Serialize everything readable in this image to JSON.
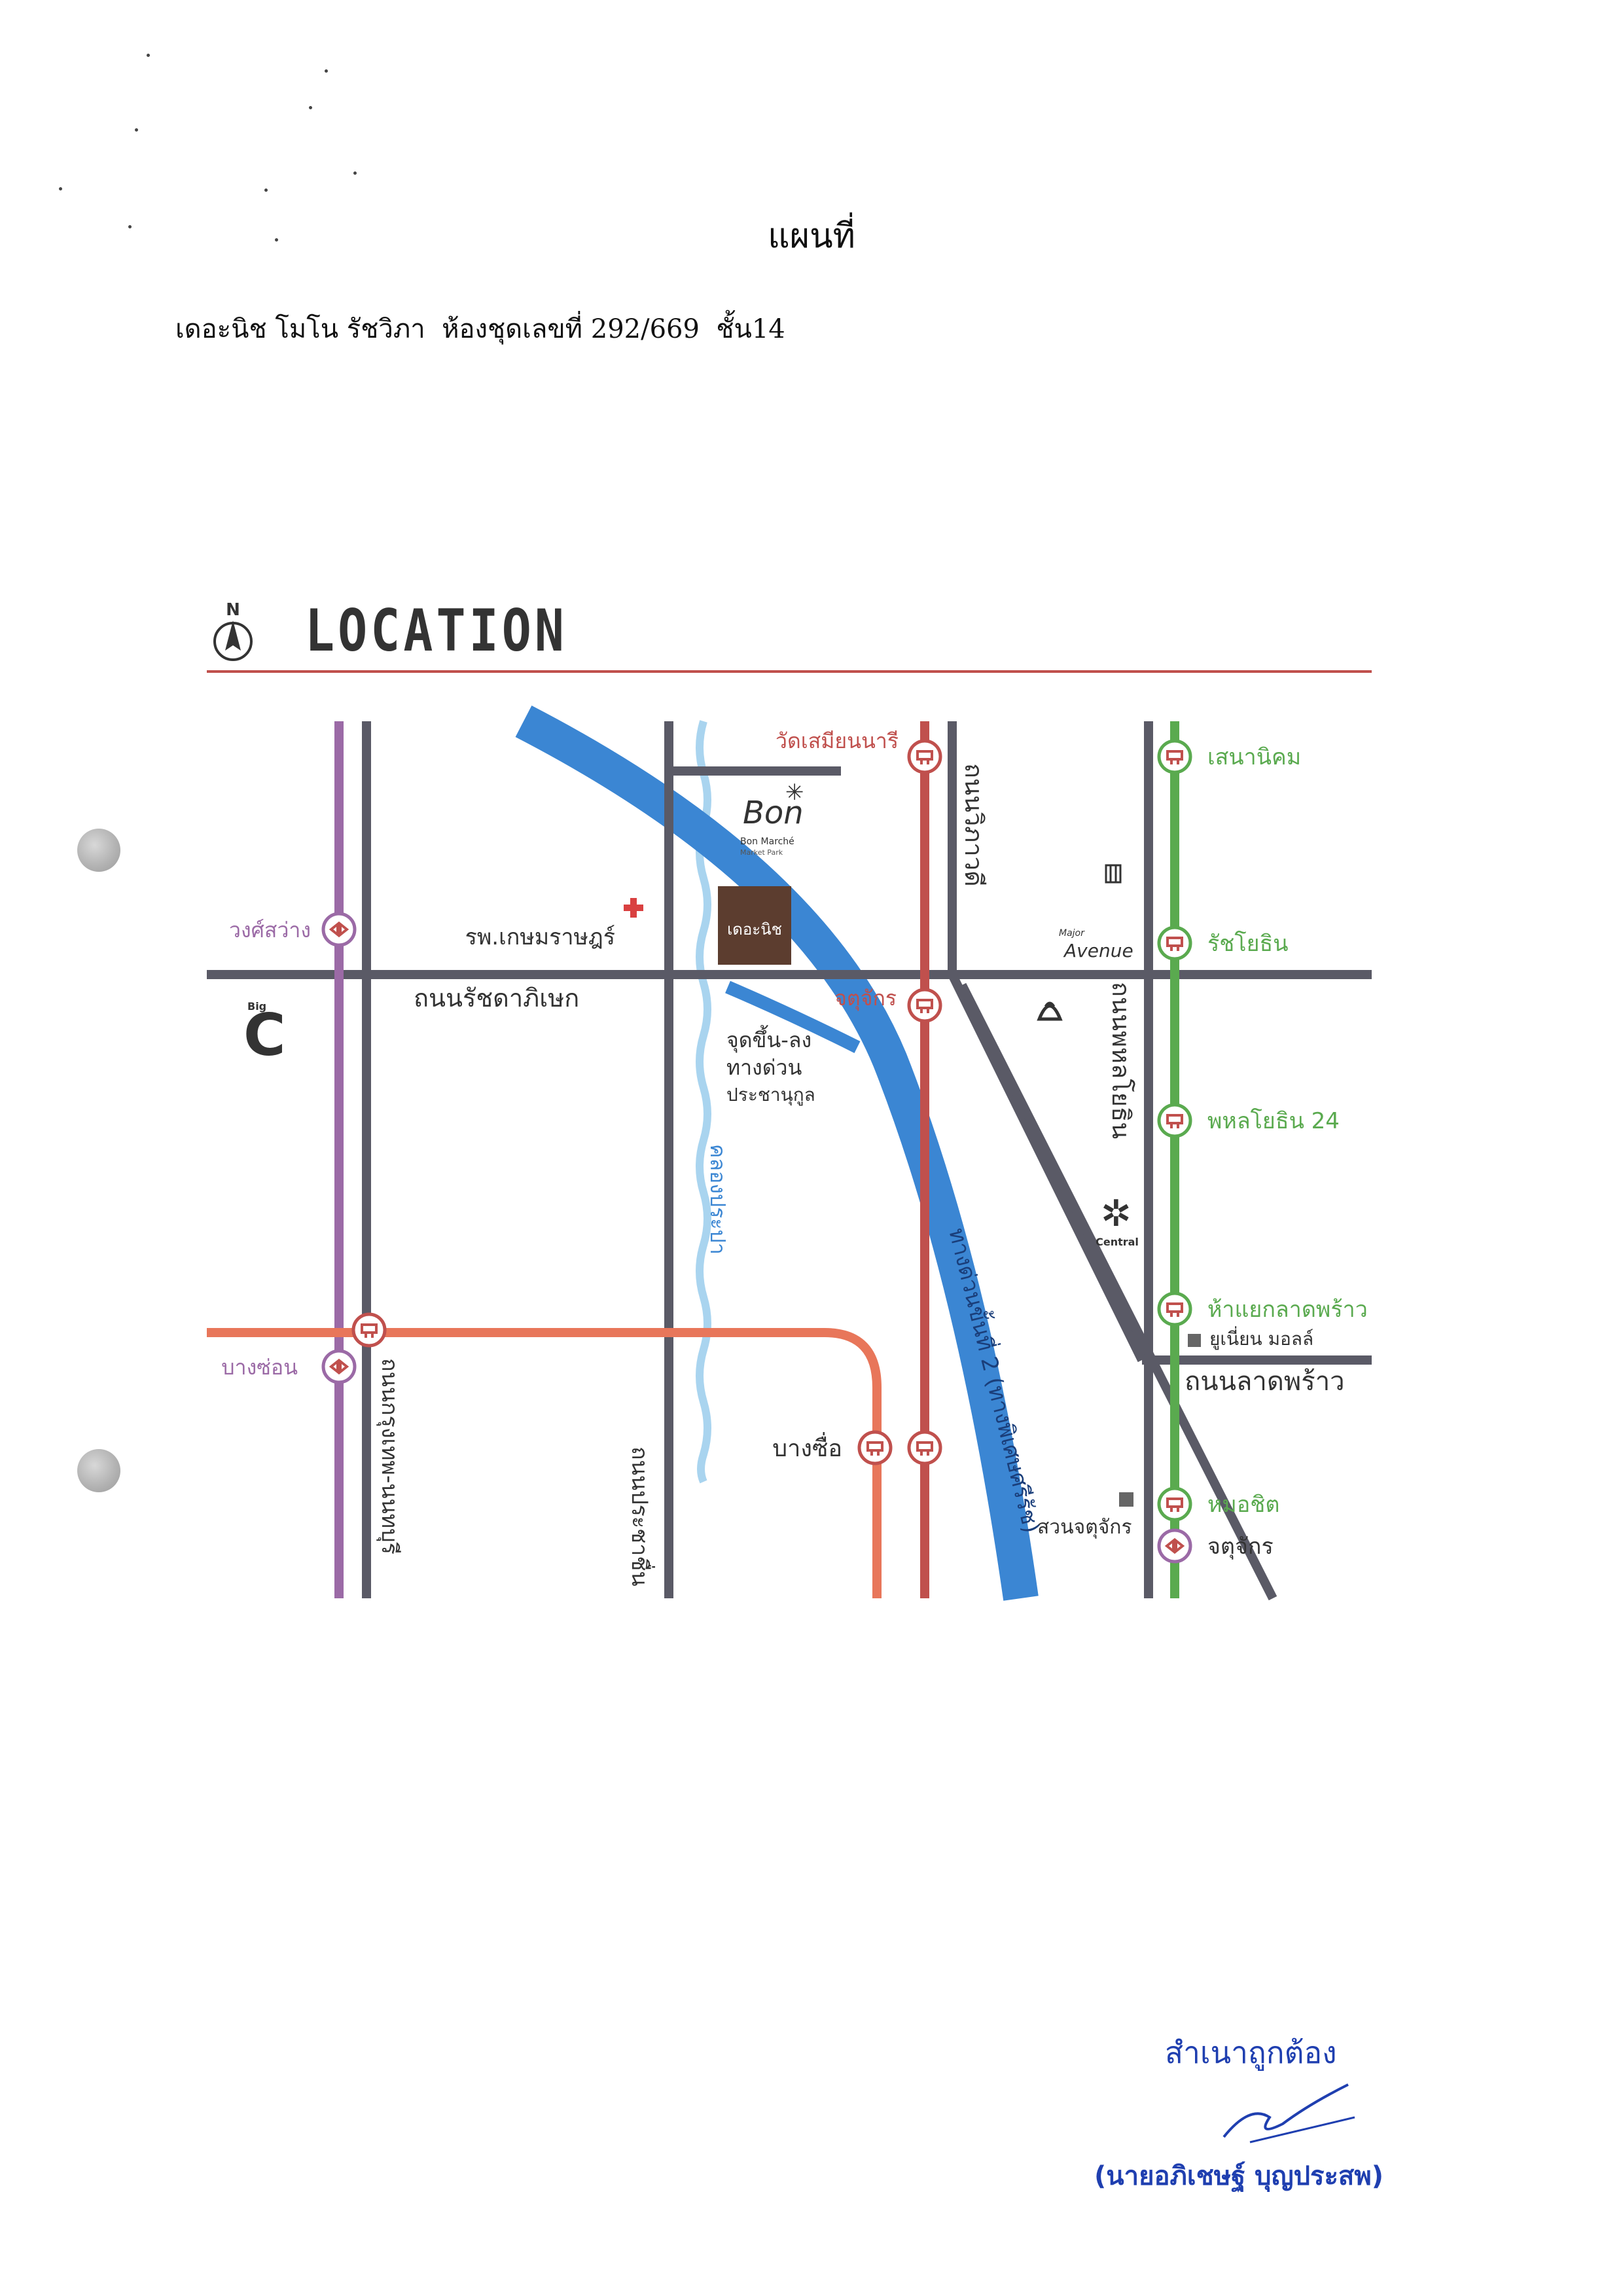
{
  "document": {
    "title": "แผนที่",
    "subtitle": "เดอะนิช โมโน รัชวิภา  ห้องชุดเลขที่ 292/669  ชั้น14"
  },
  "map": {
    "compass_letter": "N",
    "header": "LOCATION",
    "roads": {
      "ratchadaphisek": "ถนนรัชดาภิเษก",
      "vibhavadi": "ถนนวิภาวดี",
      "phahonyothin": "ถนนพหลโยธิน",
      "lat_phrao": "ถนนลาดพร้าว",
      "krungthep_nonthaburi": "ถนนกรุงเทพ-นนทบุรี",
      "prachachuen": "ถนนประชาชื่น",
      "khlong_prapa": "คลองประปา",
      "expressway": "ทางด่วนขั้นที่ 2 (ทางพิเศษศรีรัช)"
    },
    "stations": {
      "wat_samian_nari": "วัดเสมียนนารี",
      "chatuchak_red": "จตุจักร",
      "bang_sue": "บางซื่อ",
      "sena_nikhom": "เสนานิคม",
      "ratchayothin": "รัชโยธิน",
      "phahon_24": "พหลโยธิน 24",
      "ha_yaek": "ห้าแยกลาดพร้าว",
      "mo_chit": "หมอชิต",
      "chatuchak_mrt": "จตุจักร",
      "wong_sawang": "วงศ์สว่าง",
      "bang_son": "บางซ่อน"
    },
    "landmarks": {
      "hospital": "รพ.เกษมราษฎร์",
      "the_niche": "เดอะนิช",
      "expressway_ramp": [
        "จุดขึ้น-ลง",
        "ทางด่วน",
        "ประชานุกูล"
      ],
      "bon_script": "Bon",
      "bon_marche": "Bon Marché",
      "bon_sub": "Market Park",
      "major_small": "Major",
      "avenue": "Avenue",
      "central": "Central",
      "union_mall": "ยูเนี่ยน มอลล์",
      "chatuchak_park": "สวนจตุจักร",
      "big": "Big",
      "big_c": "C"
    },
    "colors": {
      "purple_line": "#9b6aa6",
      "red_line": "#c0504d",
      "orange_line": "#e8765a",
      "green_line": "#5aaa4f",
      "expressway": "#3b86d3",
      "canal": "#a9d4ef",
      "road": "#5a5a66"
    }
  },
  "certification": {
    "text": "สำเนาถูกต้อง",
    "signer": "(นายอภิเชษฐ์  บุญประสพ)"
  }
}
